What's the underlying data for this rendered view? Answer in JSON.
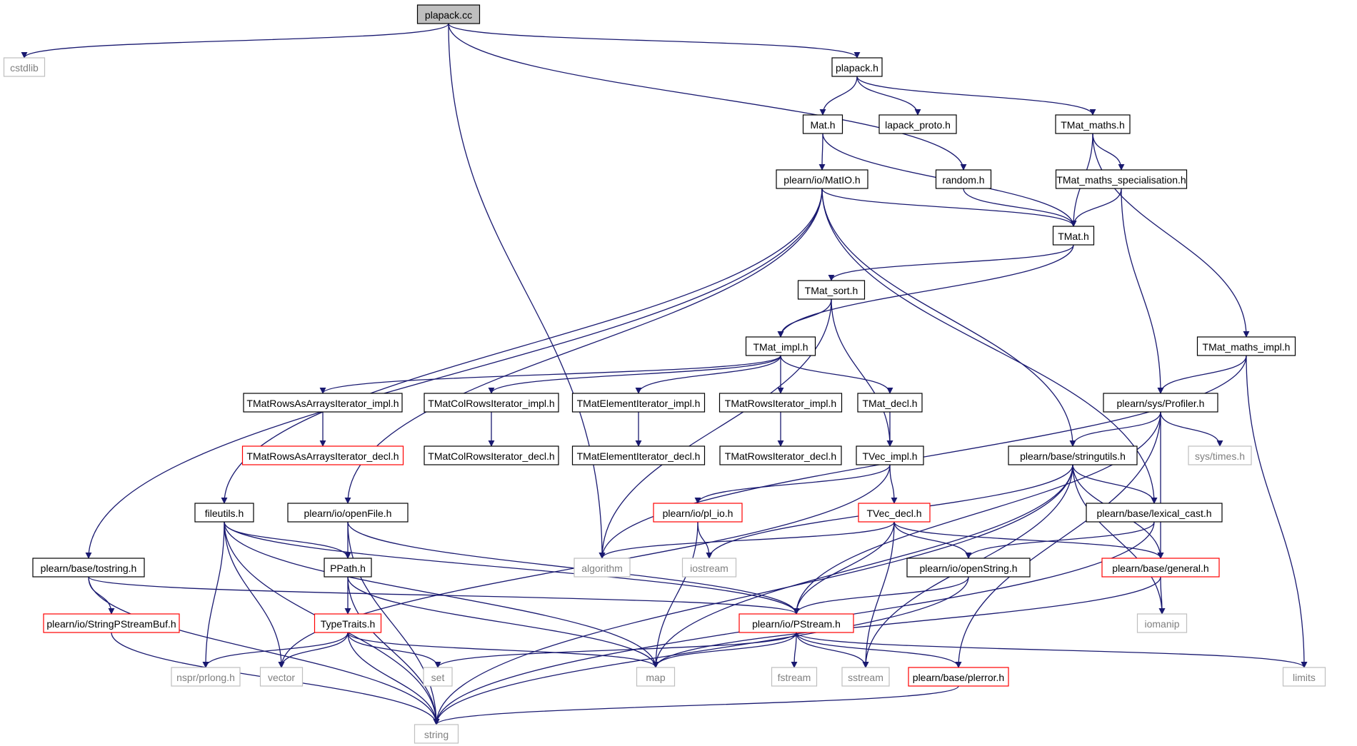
{
  "colors": {
    "edge": "#191970",
    "current_fill": "#bfbfbf",
    "normal_border": "#000000",
    "truncated_border": "#ff0000",
    "external_border": "#bfbfbf",
    "external_text": "#7f7f7f",
    "text": "#000000"
  },
  "graph": {
    "nodes": [
      {
        "id": "plapack_cc",
        "label": "plapack.cc",
        "kind": "current"
      },
      {
        "id": "cstdlib",
        "label": "cstdlib",
        "kind": "external"
      },
      {
        "id": "plapack_h",
        "label": "plapack.h",
        "kind": "normal"
      },
      {
        "id": "mat_h",
        "label": "Mat.h",
        "kind": "normal"
      },
      {
        "id": "lapack_proto_h",
        "label": "lapack_proto.h",
        "kind": "normal"
      },
      {
        "id": "tmat_maths_h",
        "label": "TMat_maths.h",
        "kind": "normal"
      },
      {
        "id": "matio_h",
        "label": "plearn/io/MatIO.h",
        "kind": "normal"
      },
      {
        "id": "random_h",
        "label": "random.h",
        "kind": "normal"
      },
      {
        "id": "tmat_maths_spec_h",
        "label": "TMat_maths_specialisation.h",
        "kind": "normal"
      },
      {
        "id": "tmat_h",
        "label": "TMat.h",
        "kind": "normal"
      },
      {
        "id": "tmat_sort_h",
        "label": "TMat_sort.h",
        "kind": "normal"
      },
      {
        "id": "tmat_impl_h",
        "label": "TMat_impl.h",
        "kind": "normal"
      },
      {
        "id": "tmat_maths_impl_h",
        "label": "TMat_maths_impl.h",
        "kind": "normal"
      },
      {
        "id": "rows_arrays_impl_h",
        "label": "TMatRowsAsArraysIterator_impl.h",
        "kind": "normal"
      },
      {
        "id": "colrows_impl_h",
        "label": "TMatColRowsIterator_impl.h",
        "kind": "normal"
      },
      {
        "id": "element_impl_h",
        "label": "TMatElementIterator_impl.h",
        "kind": "normal"
      },
      {
        "id": "rows_impl_h",
        "label": "TMatRowsIterator_impl.h",
        "kind": "normal"
      },
      {
        "id": "tmat_decl_h",
        "label": "TMat_decl.h",
        "kind": "normal"
      },
      {
        "id": "profiler_h",
        "label": "plearn/sys/Profiler.h",
        "kind": "normal"
      },
      {
        "id": "rows_arrays_decl_h",
        "label": "TMatRowsAsArraysIterator_decl.h",
        "kind": "truncated"
      },
      {
        "id": "colrows_decl_h",
        "label": "TMatColRowsIterator_decl.h",
        "kind": "normal"
      },
      {
        "id": "element_decl_h",
        "label": "TMatElementIterator_decl.h",
        "kind": "normal"
      },
      {
        "id": "rows_decl_h",
        "label": "TMatRowsIterator_decl.h",
        "kind": "normal"
      },
      {
        "id": "tvec_impl_h",
        "label": "TVec_impl.h",
        "kind": "normal"
      },
      {
        "id": "stringutils_h",
        "label": "plearn/base/stringutils.h",
        "kind": "normal"
      },
      {
        "id": "sys_times_h",
        "label": "sys/times.h",
        "kind": "external"
      },
      {
        "id": "fileutils_h",
        "label": "fileutils.h",
        "kind": "normal"
      },
      {
        "id": "openfile_h",
        "label": "plearn/io/openFile.h",
        "kind": "normal"
      },
      {
        "id": "pl_io_h",
        "label": "plearn/io/pl_io.h",
        "kind": "truncated"
      },
      {
        "id": "tvec_decl_h",
        "label": "TVec_decl.h",
        "kind": "truncated"
      },
      {
        "id": "lexical_cast_h",
        "label": "plearn/base/lexical_cast.h",
        "kind": "normal"
      },
      {
        "id": "tostring_h",
        "label": "plearn/base/tostring.h",
        "kind": "normal"
      },
      {
        "id": "ppath_h",
        "label": "PPath.h",
        "kind": "normal"
      },
      {
        "id": "algorithm",
        "label": "algorithm",
        "kind": "external"
      },
      {
        "id": "iostream",
        "label": "iostream",
        "kind": "external"
      },
      {
        "id": "openstring_h",
        "label": "plearn/io/openString.h",
        "kind": "normal"
      },
      {
        "id": "general_h",
        "label": "plearn/base/general.h",
        "kind": "truncated"
      },
      {
        "id": "stringpstreambuf_h",
        "label": "plearn/io/StringPStreamBuf.h",
        "kind": "truncated"
      },
      {
        "id": "typetraits_h",
        "label": "TypeTraits.h",
        "kind": "truncated"
      },
      {
        "id": "pstream_h",
        "label": "plearn/io/PStream.h",
        "kind": "truncated"
      },
      {
        "id": "iomanip",
        "label": "iomanip",
        "kind": "external"
      },
      {
        "id": "nspr_prlong_h",
        "label": "nspr/prlong.h",
        "kind": "external"
      },
      {
        "id": "vector",
        "label": "vector",
        "kind": "external"
      },
      {
        "id": "set",
        "label": "set",
        "kind": "external"
      },
      {
        "id": "map",
        "label": "map",
        "kind": "external"
      },
      {
        "id": "fstream",
        "label": "fstream",
        "kind": "external"
      },
      {
        "id": "sstream",
        "label": "sstream",
        "kind": "external"
      },
      {
        "id": "plerror_h",
        "label": "plearn/base/plerror.h",
        "kind": "truncated"
      },
      {
        "id": "limits",
        "label": "limits",
        "kind": "external"
      },
      {
        "id": "string",
        "label": "string",
        "kind": "external"
      }
    ],
    "edges": [
      [
        "plapack_cc",
        "cstdlib"
      ],
      [
        "plapack_cc",
        "plapack_h"
      ],
      [
        "plapack_cc",
        "random_h"
      ],
      [
        "plapack_cc",
        "algorithm"
      ],
      [
        "plapack_h",
        "mat_h"
      ],
      [
        "plapack_h",
        "lapack_proto_h"
      ],
      [
        "plapack_h",
        "tmat_maths_h"
      ],
      [
        "mat_h",
        "matio_h"
      ],
      [
        "mat_h",
        "tmat_h"
      ],
      [
        "tmat_maths_h",
        "tmat_maths_spec_h"
      ],
      [
        "tmat_maths_h",
        "tmat_h"
      ],
      [
        "tmat_maths_h",
        "tmat_maths_impl_h"
      ],
      [
        "random_h",
        "tmat_h"
      ],
      [
        "tmat_maths_spec_h",
        "tmat_h"
      ],
      [
        "tmat_maths_spec_h",
        "profiler_h"
      ],
      [
        "matio_h",
        "tmat_h"
      ],
      [
        "matio_h",
        "tostring_h"
      ],
      [
        "matio_h",
        "fileutils_h"
      ],
      [
        "matio_h",
        "openfile_h"
      ],
      [
        "matio_h",
        "stringutils_h"
      ],
      [
        "matio_h",
        "lexical_cast_h"
      ],
      [
        "tmat_h",
        "tmat_sort_h"
      ],
      [
        "tmat_h",
        "tmat_impl_h"
      ],
      [
        "tmat_sort_h",
        "tmat_impl_h"
      ],
      [
        "tmat_sort_h",
        "tvec_impl_h"
      ],
      [
        "tmat_sort_h",
        "algorithm"
      ],
      [
        "tmat_impl_h",
        "rows_arrays_impl_h"
      ],
      [
        "tmat_impl_h",
        "colrows_impl_h"
      ],
      [
        "tmat_impl_h",
        "element_impl_h"
      ],
      [
        "tmat_impl_h",
        "rows_impl_h"
      ],
      [
        "tmat_impl_h",
        "tmat_decl_h"
      ],
      [
        "rows_arrays_impl_h",
        "rows_arrays_decl_h"
      ],
      [
        "colrows_impl_h",
        "colrows_decl_h"
      ],
      [
        "element_impl_h",
        "element_decl_h"
      ],
      [
        "rows_impl_h",
        "rows_decl_h"
      ],
      [
        "tmat_decl_h",
        "tvec_impl_h"
      ],
      [
        "tvec_impl_h",
        "tvec_decl_h"
      ],
      [
        "tvec_impl_h",
        "pl_io_h"
      ],
      [
        "tvec_impl_h",
        "vector"
      ],
      [
        "tmat_maths_impl_h",
        "profiler_h"
      ],
      [
        "tmat_maths_impl_h",
        "algorithm"
      ],
      [
        "tmat_maths_impl_h",
        "limits"
      ],
      [
        "profiler_h",
        "stringutils_h"
      ],
      [
        "profiler_h",
        "sys_times_h"
      ],
      [
        "profiler_h",
        "pstream_h"
      ],
      [
        "profiler_h",
        "general_h"
      ],
      [
        "profiler_h",
        "plerror_h"
      ],
      [
        "stringutils_h",
        "lexical_cast_h"
      ],
      [
        "stringutils_h",
        "map"
      ],
      [
        "stringutils_h",
        "iostream"
      ],
      [
        "stringutils_h",
        "iomanip"
      ],
      [
        "stringutils_h",
        "sstream"
      ],
      [
        "stringutils_h",
        "string"
      ],
      [
        "stringutils_h",
        "general_h"
      ],
      [
        "lexical_cast_h",
        "openstring_h"
      ],
      [
        "lexical_cast_h",
        "string"
      ],
      [
        "tvec_decl_h",
        "algorithm"
      ],
      [
        "tvec_decl_h",
        "openstring_h"
      ],
      [
        "tvec_decl_h",
        "general_h"
      ],
      [
        "tvec_decl_h",
        "pstream_h"
      ],
      [
        "tvec_decl_h",
        "sstream"
      ],
      [
        "pl_io_h",
        "iostream"
      ],
      [
        "pl_io_h",
        "map"
      ],
      [
        "openstring_h",
        "pstream_h"
      ],
      [
        "openstring_h",
        "string"
      ],
      [
        "general_h",
        "iomanip"
      ],
      [
        "general_h",
        "map"
      ],
      [
        "fileutils_h",
        "ppath_h"
      ],
      [
        "fileutils_h",
        "pstream_h"
      ],
      [
        "fileutils_h",
        "nspr_prlong_h"
      ],
      [
        "fileutils_h",
        "vector"
      ],
      [
        "fileutils_h",
        "map"
      ],
      [
        "fileutils_h",
        "string"
      ],
      [
        "openfile_h",
        "ppath_h"
      ],
      [
        "openfile_h",
        "pstream_h"
      ],
      [
        "openfile_h",
        "string"
      ],
      [
        "tostring_h",
        "stringpstreambuf_h"
      ],
      [
        "tostring_h",
        "pstream_h"
      ],
      [
        "tostring_h",
        "string"
      ],
      [
        "stringpstreambuf_h",
        "string"
      ],
      [
        "ppath_h",
        "typetraits_h"
      ],
      [
        "ppath_h",
        "map"
      ],
      [
        "ppath_h",
        "string"
      ],
      [
        "typetraits_h",
        "nspr_prlong_h"
      ],
      [
        "typetraits_h",
        "vector"
      ],
      [
        "typetraits_h",
        "set"
      ],
      [
        "typetraits_h",
        "map"
      ],
      [
        "typetraits_h",
        "string"
      ],
      [
        "pstream_h",
        "set"
      ],
      [
        "pstream_h",
        "map"
      ],
      [
        "pstream_h",
        "fstream"
      ],
      [
        "pstream_h",
        "sstream"
      ],
      [
        "pstream_h",
        "plerror_h"
      ],
      [
        "pstream_h",
        "limits"
      ],
      [
        "plerror_h",
        "string"
      ]
    ]
  }
}
